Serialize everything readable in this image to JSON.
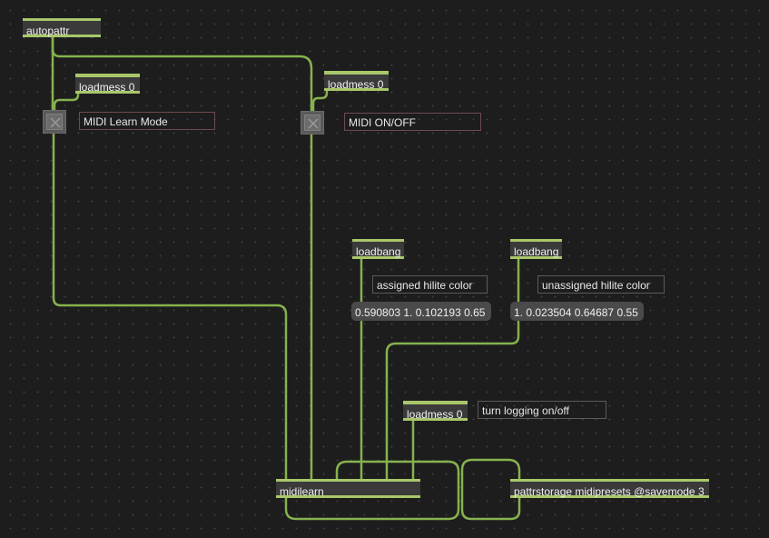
{
  "patch": {
    "objects": {
      "autopattr": "autopattr",
      "loadmess_learn": "loadmess 0",
      "loadmess_onoff": "loadmess 0",
      "loadbang_assigned": "loadbang",
      "loadbang_unassigned": "loadbang",
      "msg_assigned": "0.590803 1. 0.102193 0.65",
      "msg_unassigned": "1. 0.023504 0.64687 0.55",
      "loadmess_logging": "loadmess 0",
      "midilearn": "midilearn",
      "pattrstorage": "pattrstorage midipresets @savemode 3"
    },
    "comments": {
      "learn_mode": "MIDI Learn Mode",
      "onoff": "MIDI ON/OFF",
      "assigned": "assigned hilite color",
      "unassigned": "unassigned hilite color",
      "logging": "turn logging on/off"
    },
    "toggles": {
      "learn_mode_state": 0,
      "onoff_state": 0
    }
  },
  "colors": {
    "background": "#1d1d1d",
    "patchcord": "#86b24e",
    "object_border": "#a9c76a"
  }
}
